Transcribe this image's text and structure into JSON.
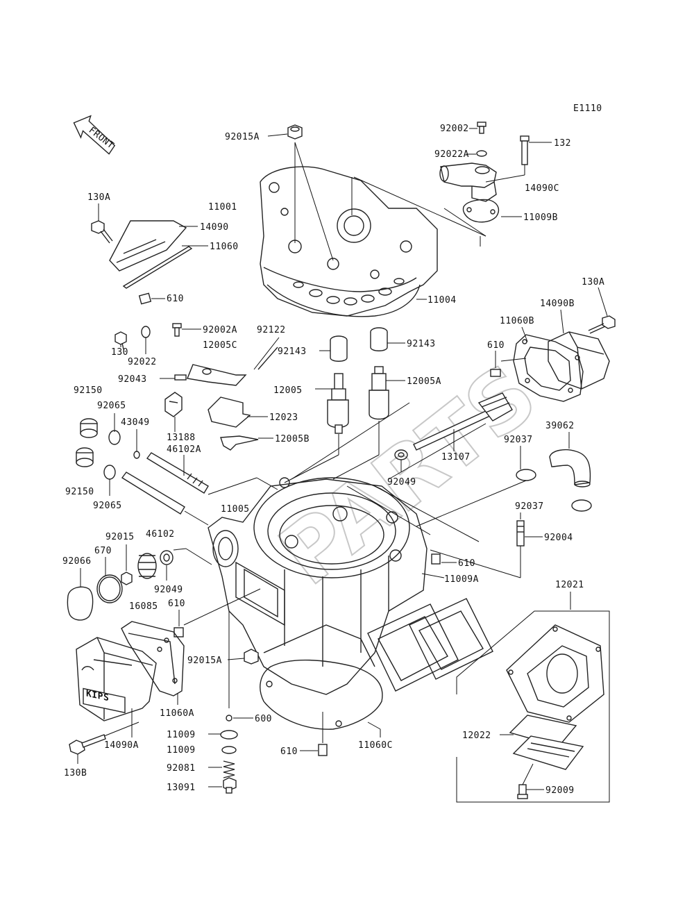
{
  "diagram_code": "E1110",
  "front_arrow_text": "FRONT",
  "watermark": "PARTS",
  "logo_text": "KIPS",
  "labels": {
    "l_92015A_top": "92015A",
    "l_92002": "92002",
    "l_132": "132",
    "l_92022A": "92022A",
    "l_14090C": "14090C",
    "l_11009B": "11009B",
    "l_130A_left": "130A",
    "l_11001": "11001",
    "l_14090": "14090",
    "l_11060": "11060",
    "l_610_a": "610",
    "l_11004": "11004",
    "l_130A_right": "130A",
    "l_14090B": "14090B",
    "l_11060B": "11060B",
    "l_130": "130",
    "l_92022": "92022",
    "l_92002A": "92002A",
    "l_12005C": "12005C",
    "l_92122": "92122",
    "l_92143_a": "92143",
    "l_92143_b": "92143",
    "l_610_b": "610",
    "l_92043": "92043",
    "l_12005": "12005",
    "l_12005A": "12005A",
    "l_92150_a": "92150",
    "l_92065_a": "92065",
    "l_43049": "43049",
    "l_12023": "12023",
    "l_13188": "13188",
    "l_12005B": "12005B",
    "l_39062": "39062",
    "l_92037_a": "92037",
    "l_46102A": "46102A",
    "l_13107": "13107",
    "l_92049_a": "92049",
    "l_92150_b": "92150",
    "l_92065_b": "92065",
    "l_11005": "11005",
    "l_92037_b": "92037",
    "l_92004": "92004",
    "l_92015": "92015",
    "l_46102": "46102",
    "l_670": "670",
    "l_92066": "92066",
    "l_610_c": "610",
    "l_11009A": "11009A",
    "l_92049_b": "92049",
    "l_12021": "12021",
    "l_16085": "16085",
    "l_610_d": "610",
    "l_92015A_bot": "92015A",
    "l_11060A": "11060A",
    "l_600": "600",
    "l_14090A": "14090A",
    "l_11009_a": "11009",
    "l_11009_b": "11009",
    "l_12022": "12022",
    "l_610_e": "610",
    "l_11060C": "11060C",
    "l_92081": "92081",
    "l_130B": "130B",
    "l_13091": "13091",
    "l_92009": "92009"
  }
}
